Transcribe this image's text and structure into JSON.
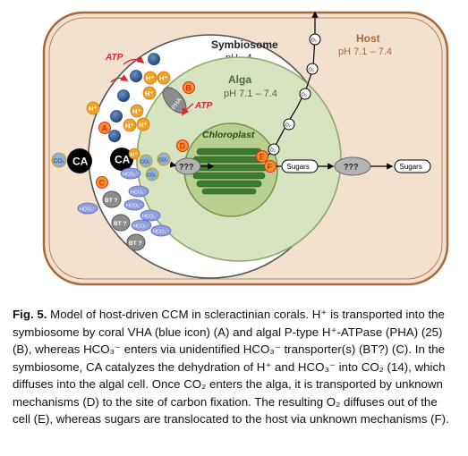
{
  "diagram": {
    "host": {
      "title": "Host",
      "ph": "pH 7.1 – 7.4"
    },
    "symbiosome": {
      "title": "Symbiosome",
      "ph": "pH ~4"
    },
    "alga": {
      "title": "Alga",
      "ph": "pH 7.1 – 7.4"
    },
    "chloroplast": {
      "title": "Chloroplast"
    },
    "markers": {
      "A": "A",
      "B": "B",
      "C": "C",
      "D": "D",
      "E": "E",
      "F": "F"
    },
    "labels": {
      "atp": "ATP",
      "ca": "CA",
      "co2": "CO₂",
      "hplus": "H⁺",
      "hco3": "HCO₃⁻",
      "bt": "BT ?",
      "pha": "PHA",
      "unknown": "???",
      "sugars": "Sugars",
      "o2": "O₂"
    }
  },
  "caption": {
    "label": "Fig. 5.",
    "text": "Model of host-driven CCM in scleractinian corals. H⁺ is transported into the symbiosome by coral VHA (blue icon) (A) and algal P-type H⁺-ATPase (PHA) (25) (B), whereas HCO₃⁻ enters via unidentified HCO₃⁻ transporter(s) (BT?) (C). In the symbiosome, CA catalyzes the dehydration of H⁺ and HCO₃⁻ into CO₂ (14), which diffuses into the algal cell. Once CO₂ enters the alga, it is transported by unknown mechanisms (D) to the site of carbon fixation. The resulting O₂ diffuses out of the cell (E), whereas sugars are translocated to the host via unknown mechanisms (F)."
  },
  "colors": {
    "host_fill": "#f3e1cf",
    "host_stroke": "#a9683b",
    "alga_fill": "#d8e3c2",
    "chloroplast_fill": "#b9cf8d",
    "thylakoid": "#3c7d2d",
    "hplus": "#f2a126",
    "marker": "#f7941d",
    "bt": "#8c8c8c",
    "hco3": "#8f9ee0",
    "co2": "#8ab2dc",
    "ca": "#000000",
    "unknown": "#b3b3b3",
    "atp": "#d9272e"
  }
}
